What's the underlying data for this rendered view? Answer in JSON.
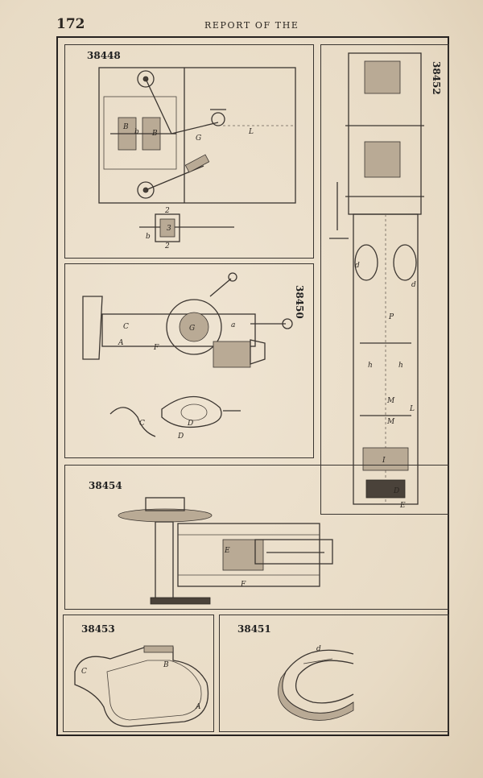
{
  "page": {
    "number": "172",
    "running_head": "REPORT OF THE"
  },
  "figures": [
    {
      "id": "fig-38448",
      "label": "38448",
      "letters": [
        "B",
        "b",
        "B",
        "G",
        "L",
        "2",
        "3",
        "b",
        "2"
      ]
    },
    {
      "id": "fig-38450",
      "label": "38450",
      "letters": [
        "C",
        "A",
        "F",
        "G",
        "a",
        "C",
        "D",
        "D"
      ]
    },
    {
      "id": "fig-38452",
      "label": "38452",
      "letters": [
        "d",
        "d",
        "P",
        "h",
        "h",
        "M",
        "M",
        "L",
        "I",
        "D",
        "E"
      ]
    },
    {
      "id": "fig-38454",
      "label": "38454",
      "letters": [
        "E",
        "F"
      ]
    },
    {
      "id": "fig-38453",
      "label": "38453",
      "letters": [
        "C",
        "B",
        "A"
      ]
    },
    {
      "id": "fig-38451",
      "label": "38451",
      "letters": [
        "d"
      ]
    }
  ]
}
